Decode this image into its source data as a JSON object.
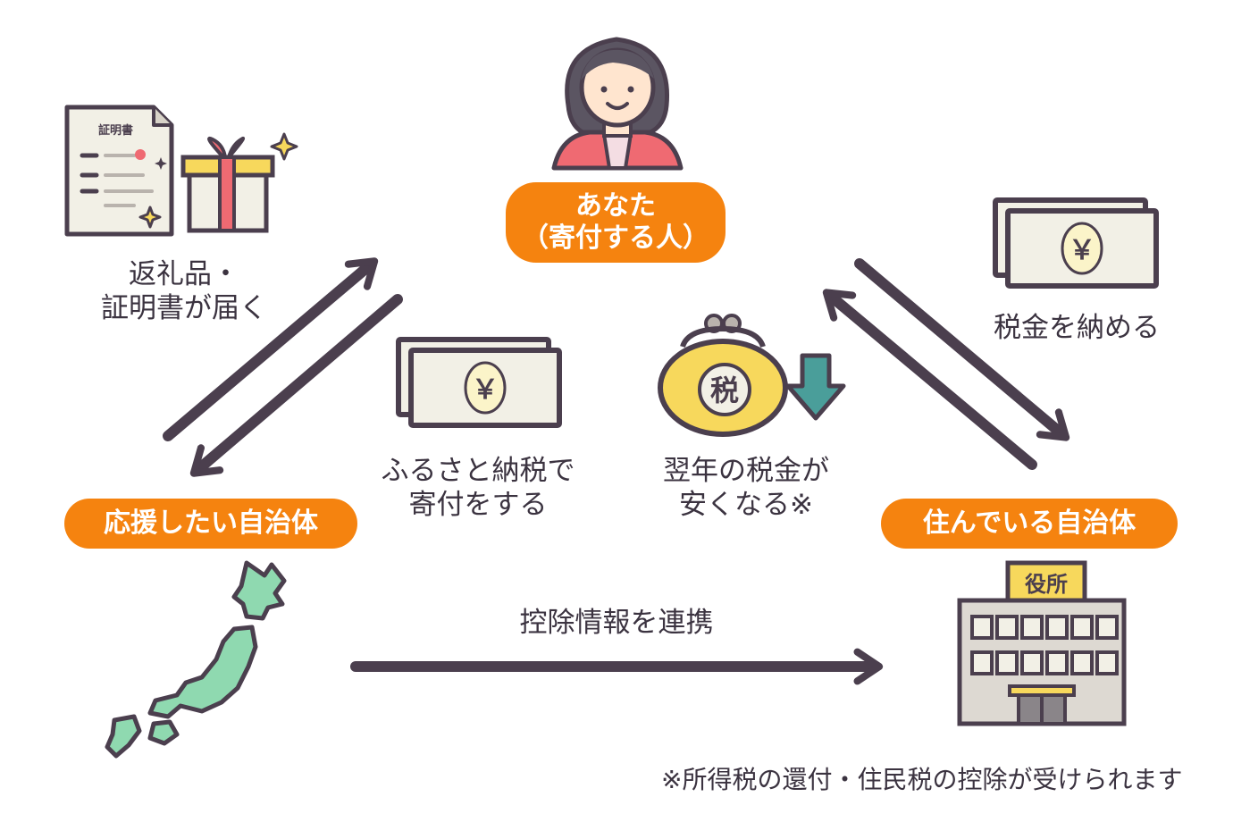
{
  "nodes": {
    "you": [
      "あなた",
      "（寄付する人）"
    ],
    "support_municipality": "応援したい自治体",
    "home_municipality": "住んでいる自治体"
  },
  "flows": {
    "gift_certificate": [
      "返礼品・",
      "証明書が届く"
    ],
    "donation": [
      "ふるさと納税で",
      "寄付をする"
    ],
    "tax_reduction": [
      "翌年の税金が",
      "安くなる※"
    ],
    "pay_tax": "税金を納める",
    "deduction_info": "控除情報を連携"
  },
  "icon_text": {
    "certificate_title": "証明書",
    "yen_symbol": "￥",
    "purse_tax": "税",
    "office_sign": "役所"
  },
  "footnote": "※所得税の還付・住民税の控除が受けられます",
  "colors": {
    "accent_orange": "#f5830f",
    "arrow": "#4b3f4e",
    "map_green": "#8fd9b0",
    "purse_yellow": "#f7d85c",
    "down_arrow_teal": "#4a9e9a",
    "bill_fill": "#f2f0e6"
  }
}
